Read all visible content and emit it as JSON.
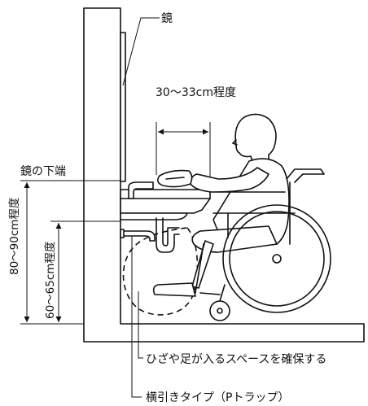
{
  "labels": {
    "mirror": "鏡",
    "depth_range": "30〜33cm程度",
    "mirror_bottom": "鏡の下端",
    "height_mirror": "80〜90cm程度",
    "height_basin": "60〜65cm程度",
    "knee_space": "ひざや足が入るスペースを確保する",
    "trap_type": "横引きタイプ（Pトラップ）"
  }
}
